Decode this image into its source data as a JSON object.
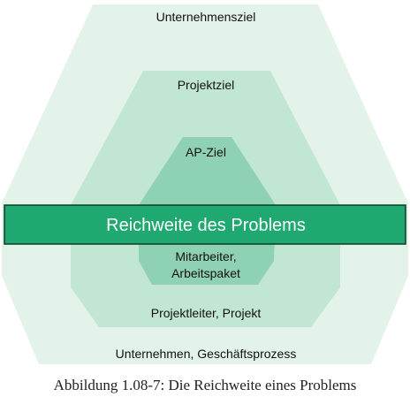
{
  "diagram": {
    "outer_top": "Unternehmensziel",
    "middle_top": "Projektziel",
    "inner_top": "AP-Ziel",
    "band": "Reichweite des Problems",
    "inner_bottom_line1": "Mitarbeiter,",
    "inner_bottom_line2": "Arbeitspaket",
    "middle_bottom": "Projektleiter, Projekt",
    "outer_bottom": "Unternehmen, Geschäftsprozess"
  },
  "caption": "Abbildung 1.08-7: Die Reichweite eines Problems",
  "colors": {
    "outer_layer": "#e3f3ea",
    "middle_layer": "#c1e6d3",
    "inner_layer": "#8fd1b4",
    "band_fill": "#1fa970",
    "band_stroke": "#0c3b26"
  }
}
